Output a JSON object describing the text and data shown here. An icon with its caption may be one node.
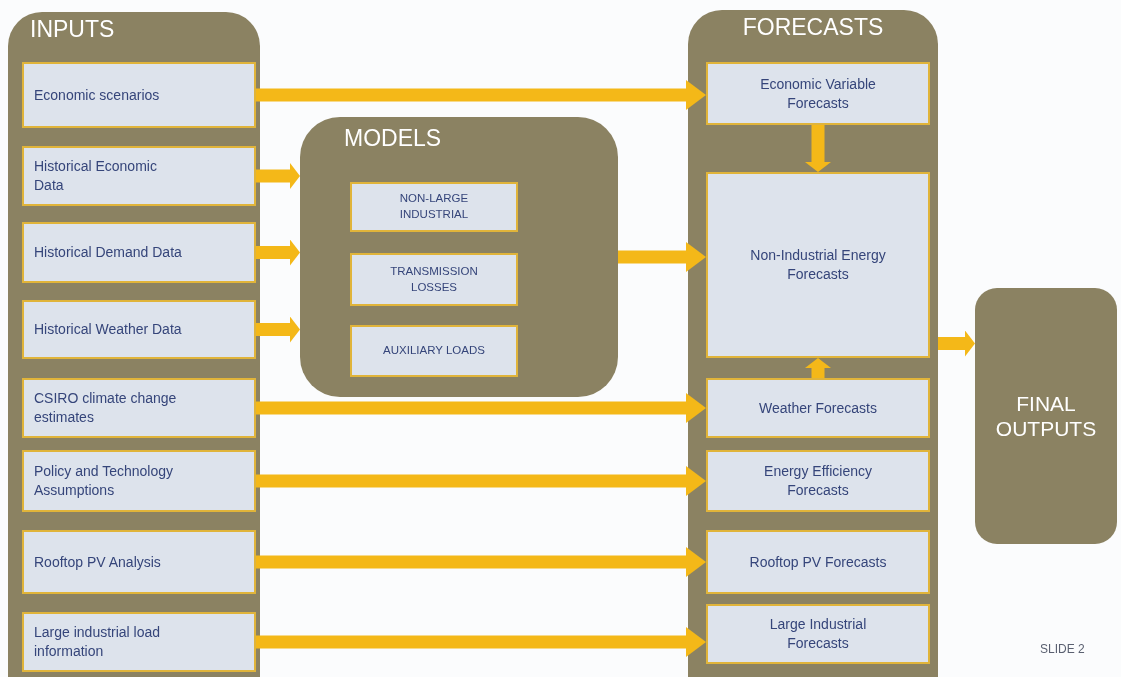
{
  "diagram": {
    "nodes": [
      {
        "text": [
          "INPUTS"
        ]
      },
      {
        "text": [
          "Economic scenarios"
        ],
        "in": 0
      },
      {
        "text": [
          "Historical Economic Data"
        ],
        "in": 0
      },
      {
        "text": [
          "Historical Demand Data"
        ],
        "in": 0
      },
      {
        "text": [
          "Historical Weather Data"
        ],
        "in": 0
      },
      {
        "text": [
          "CSIRO climate change estimates"
        ],
        "in": 0
      },
      {
        "text": [
          "Policy and Technology Assumptions"
        ],
        "in": 0
      },
      {
        "text": [
          "Rooftop PV Analysis"
        ],
        "in": 0
      },
      {
        "text": [
          "Large industrial load information"
        ],
        "in": 0
      },
      {
        "text": [
          "MODELS"
        ]
      },
      {
        "text": [
          "NON-LARGE INDUSTRIAL"
        ],
        "in": 9
      },
      {
        "text": [
          "TRANSMISSION LOSSES"
        ],
        "in": 9
      },
      {
        "text": [
          "AUXILIARY LOADS"
        ],
        "in": 9
      },
      {
        "text": [
          "FORECASTS"
        ]
      },
      {
        "text": [
          "Economic Variable Forecasts"
        ],
        "in": 13
      },
      {
        "text": [
          "Non-Industrial Energy Forecasts"
        ],
        "in": 13
      },
      {
        "text": [
          "Weather Forecasts"
        ],
        "in": 13
      },
      {
        "text": [
          "Energy Efficiency Forecasts"
        ],
        "in": 13
      },
      {
        "text": [
          "Rooftop PV Forecasts"
        ],
        "in": 13
      },
      {
        "text": [
          "Large Industrial Forecasts"
        ],
        "in": 13
      },
      {
        "text": [
          "FINAL OUTPUTS"
        ]
      }
    ],
    "edges": [
      {
        "from": 1,
        "to": 14,
        "arrow": "to"
      },
      {
        "from": 2,
        "to": 9,
        "arrow": "to"
      },
      {
        "from": 3,
        "to": 9,
        "arrow": "to"
      },
      {
        "from": 4,
        "to": 9,
        "arrow": "to"
      },
      {
        "from": 9,
        "to": 15,
        "arrow": "to"
      },
      {
        "from": 5,
        "to": 16,
        "arrow": "to"
      },
      {
        "from": 6,
        "to": 17,
        "arrow": "to"
      },
      {
        "from": 7,
        "to": 18,
        "arrow": "to"
      },
      {
        "from": 8,
        "to": 19,
        "arrow": "to"
      },
      {
        "from": 14,
        "to": 15,
        "arrow": "to"
      },
      {
        "from": 16,
        "to": 15,
        "arrow": "to"
      },
      {
        "from": 13,
        "to": 20,
        "arrow": "to"
      }
    ],
    "labels": [
      "SLIDE 2"
    ]
  }
}
